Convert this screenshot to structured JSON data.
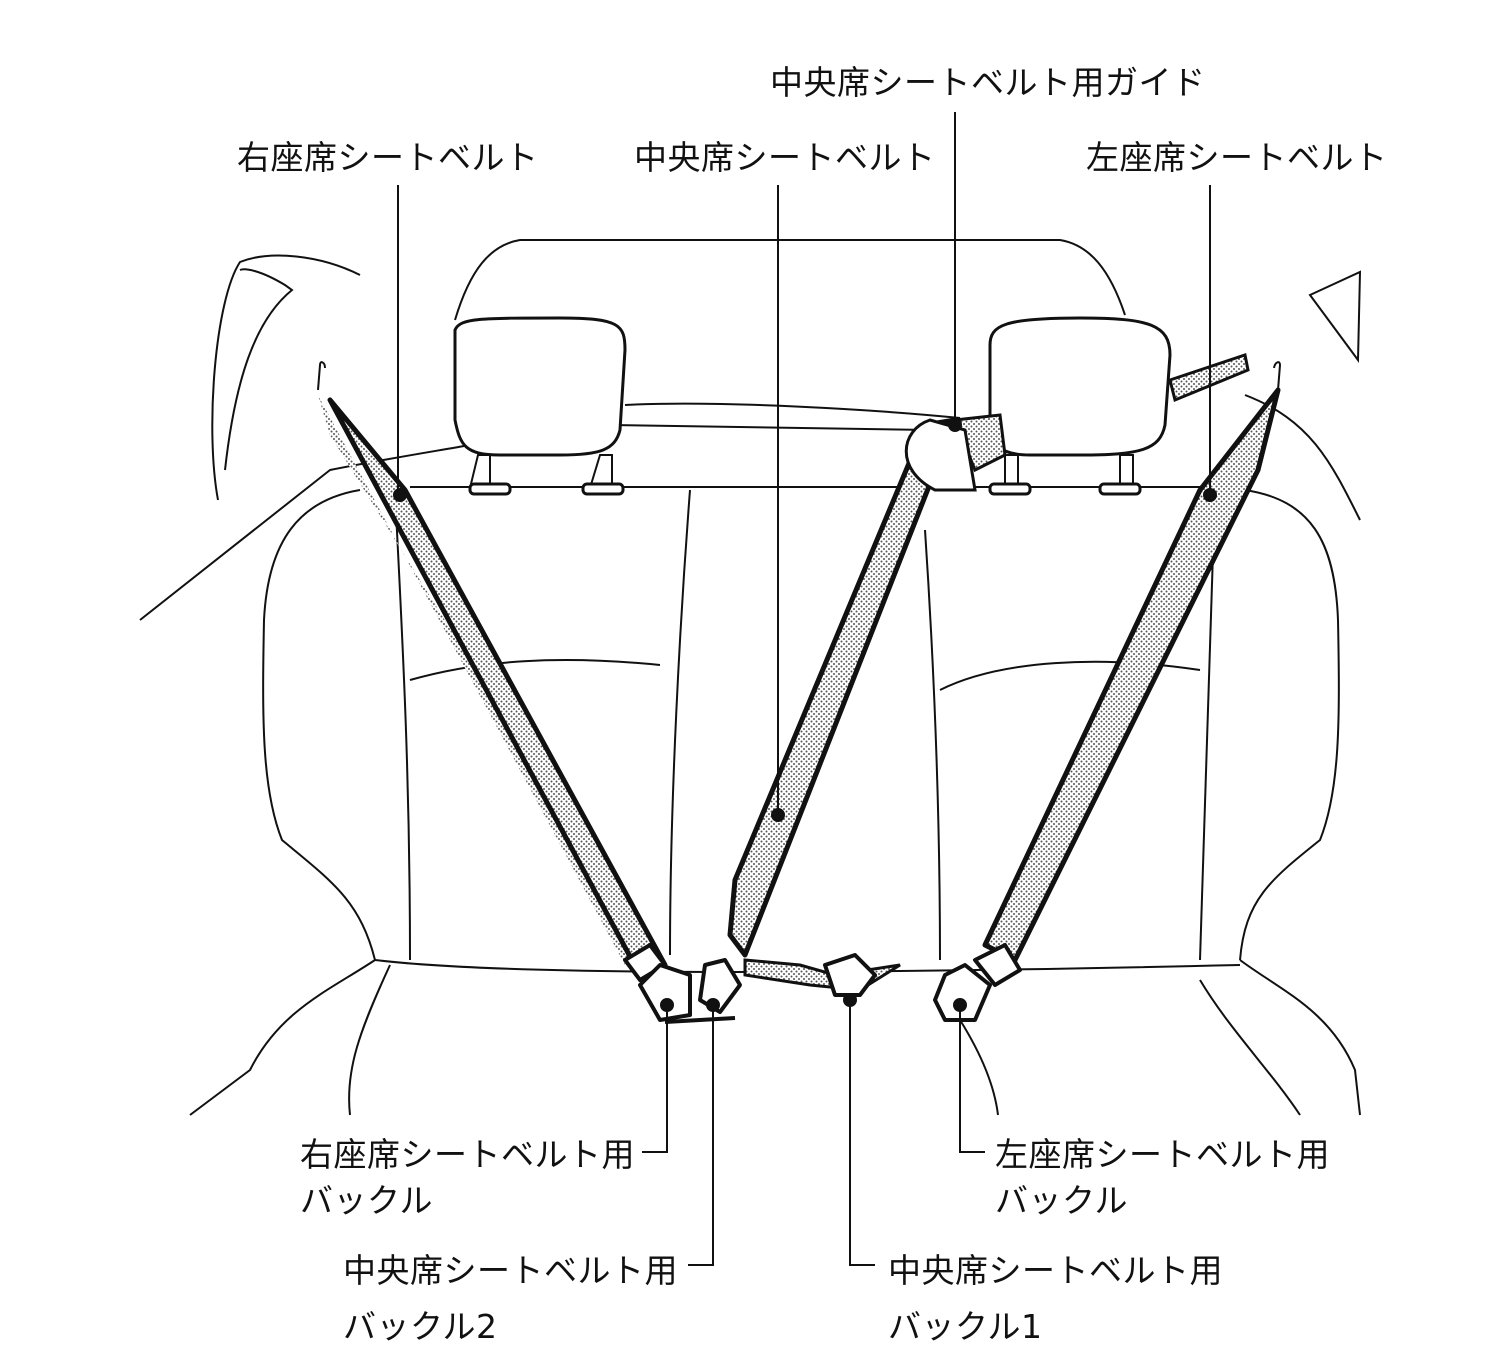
{
  "labels": {
    "center_guide": "中央席シートベルト用ガイド",
    "right_belt": "右座席シートベルト",
    "center_belt": "中央席シートベルト",
    "left_belt": "左座席シートベルト",
    "right_buckle": [
      "右座席シートベルト用",
      "バックル"
    ],
    "center_buckle2": [
      "中央席シートベルト用",
      "バックル2"
    ],
    "center_buckle1": [
      "中央席シートベルト用",
      "バックル1"
    ],
    "left_buckle": [
      "左座席シートベルト用",
      "バックル"
    ]
  }
}
